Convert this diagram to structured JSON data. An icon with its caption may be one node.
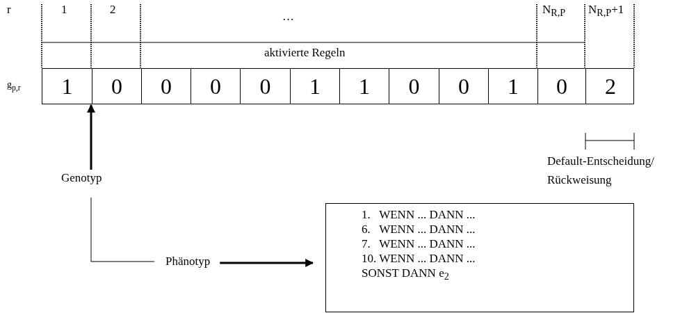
{
  "diagram": {
    "nodes": [
      {
        "text": [],
        "shape": "bar"
      },
      {
        "text": [
          "1"
        ],
        "in": 0
      },
      {
        "text": [
          "0"
        ],
        "in": 0
      },
      {
        "text": [
          "0"
        ],
        "in": 0
      },
      {
        "text": [
          "0"
        ],
        "in": 0
      },
      {
        "text": [
          "0"
        ],
        "in": 0
      },
      {
        "text": [
          "1"
        ],
        "in": 0
      },
      {
        "text": [
          "1"
        ],
        "in": 0
      },
      {
        "text": [
          "0"
        ],
        "in": 0
      },
      {
        "text": [
          "0"
        ],
        "in": 0
      },
      {
        "text": [
          "1"
        ],
        "in": 0
      },
      {
        "text": [
          "0"
        ],
        "in": 0
      },
      {
        "text": [
          "2"
        ],
        "in": 0
      },
      {
        "text": [
          "Genotyp"
        ]
      },
      {
        "text": [
          "Phänotyp"
        ]
      },
      {
        "text": [
          "1.   WENN ... DANN ...",
          "6.   WENN ... DANN ...",
          "7.   WENN ... DANN ...",
          "10. WENN ... DANN ...",
          "SONST DANN e$_{2}$"
        ]
      }
    ],
    "edges": [
      {
        "from": 13,
        "to": 0,
        "arrow": "to"
      },
      {
        "from": 13,
        "to": 14,
        "arrow": "none"
      },
      {
        "from": 14,
        "to": 15,
        "arrow": "to"
      }
    ],
    "labels": [
      "r",
      "1",
      "2",
      "…",
      "N$_{R,P}$",
      "N$_{R,P}$+1",
      "aktivierte Regeln",
      "g$_{p,r}$",
      "Default-Entscheidung/ Rückweisung"
    ]
  }
}
